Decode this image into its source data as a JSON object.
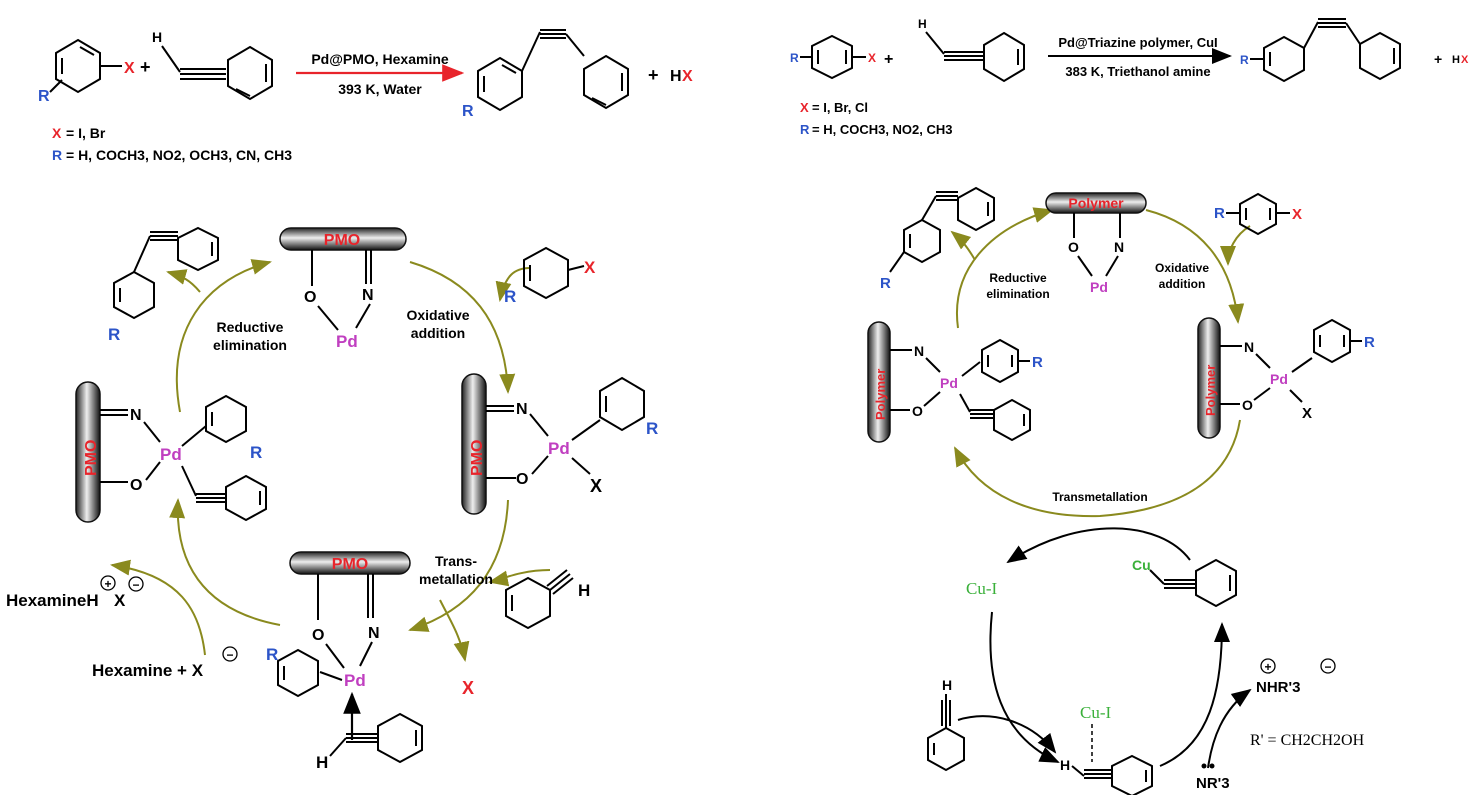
{
  "colors": {
    "red": "#e8242b",
    "blue": "#2c54c8",
    "pink": "#c03fc0",
    "green": "#3ab03a",
    "olive": "#8a8a1e",
    "black": "#000000"
  },
  "left_scheme": {
    "X": "X",
    "plus1": "+",
    "H": "H",
    "R": "R",
    "catalyst": "Pd@PMO, Hexamine",
    "conditions": "393 K, Water",
    "R_prod": "R",
    "plus2": "+",
    "HX_H": "H",
    "HX_X": "X",
    "x_def_sym": "X",
    "x_def": "= I, Br",
    "r_def_sym": "R",
    "r_def": "= H, COCH3, NO2, OCH3, CN, CH3"
  },
  "right_scheme": {
    "R": "R",
    "X": "X",
    "plus1": "+",
    "H": "H",
    "catalyst": "Pd@Triazine polymer, CuI",
    "conditions": "383 K, Triethanol amine",
    "R_prod": "R",
    "plus2": "+",
    "HX_H": "H",
    "HX_X": "X",
    "x_def_sym": "X",
    "x_def": "= I, Br, Cl",
    "r_def_sym": "R",
    "r_def": "= H, COCH3, NO2, CH3"
  },
  "left_cycle": {
    "support": "PMO",
    "pd": "Pd",
    "O": "O",
    "N": "N",
    "R": "R",
    "X": "X",
    "H": "H",
    "reductive": "Reductive",
    "elimination": "elimination",
    "oxidative": "Oxidative",
    "addition": "addition",
    "trans1": "Trans-",
    "trans2": "metallation",
    "hexamineH": "HexamineH",
    "hexamine_x": "Hexamine + X",
    "charge_plus": "+",
    "charge_minus": "−"
  },
  "right_cycle": {
    "support": "Polymer",
    "pd": "Pd",
    "O": "O",
    "N": "N",
    "R": "R",
    "X": "X",
    "H": "H",
    "reductive": "Reductive",
    "elimination": "elimination",
    "oxidative": "Oxidative",
    "addition": "addition",
    "transmetallation": "Transmetallation",
    "cu_i": "Cu-I",
    "cu": "Cu",
    "nhr3": "NHR'3",
    "nr3": "NR'3",
    "rprime": "R' = CH2CH2OH",
    "charge_plus": "+",
    "charge_minus": "−"
  }
}
